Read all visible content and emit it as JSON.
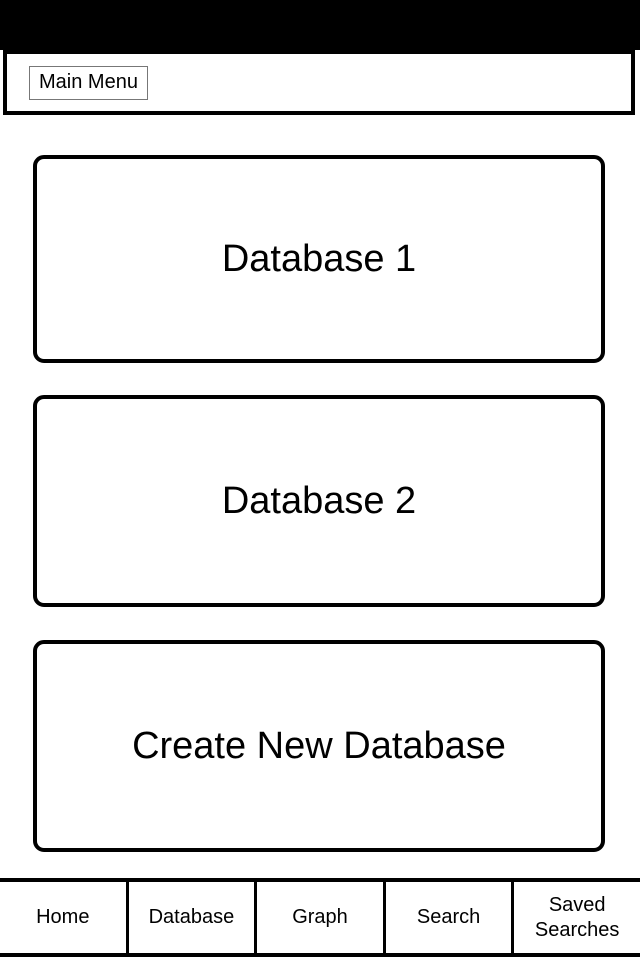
{
  "status_bar": {
    "background_color": "#000000"
  },
  "header": {
    "menu_button_label": "Main Menu",
    "border_color": "#000000",
    "background_color": "#ffffff"
  },
  "main": {
    "cards": [
      {
        "label": "Database 1",
        "name": "database-1-card"
      },
      {
        "label": "Database 2",
        "name": "database-2-card"
      },
      {
        "label": "Create New Database",
        "name": "create-new-database-card"
      }
    ],
    "card_border_color": "#000000",
    "card_background_color": "#ffffff"
  },
  "bottom_nav": {
    "items": [
      {
        "label": "Home"
      },
      {
        "label": "Database"
      },
      {
        "label": "Graph"
      },
      {
        "label": "Search"
      },
      {
        "label": "Saved Searches"
      }
    ],
    "border_color": "#000000",
    "background_color": "#ffffff"
  }
}
